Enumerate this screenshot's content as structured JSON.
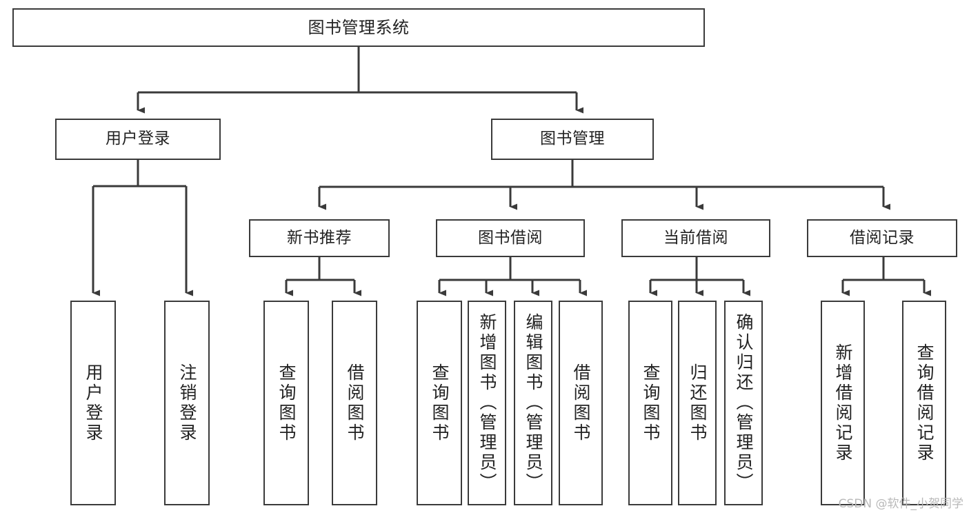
{
  "diagram": {
    "title": "图书管理系统",
    "type": "tree-hierarchy-diagram",
    "colors": {
      "stroke": "#3a3a3a",
      "node_fill": "#ffffff",
      "text": "#222222",
      "watermark": "#b9b9b9",
      "background": "#ffffff"
    },
    "nodes": {
      "root": {
        "label": "图书管理系统"
      },
      "level2": [
        {
          "id": "user-login",
          "label": "用户登录"
        },
        {
          "id": "book-management",
          "label": "图书管理"
        }
      ],
      "level3": [
        {
          "id": "new-book-recommend",
          "label": "新书推荐"
        },
        {
          "id": "book-borrow",
          "label": "图书借阅"
        },
        {
          "id": "current-borrow",
          "label": "当前借阅"
        },
        {
          "id": "borrow-record",
          "label": "借阅记录"
        }
      ],
      "leaves": {
        "user-login": [
          {
            "id": "leaf-user-login",
            "label": "用户登录"
          },
          {
            "id": "leaf-logout-login",
            "label": "注销登录"
          }
        ],
        "new-book-recommend": [
          {
            "id": "leaf-query-book-1",
            "label": "查询图书"
          },
          {
            "id": "leaf-borrow-book-1",
            "label": "借阅图书"
          }
        ],
        "book-borrow": [
          {
            "id": "leaf-query-book-2",
            "label": "查询图书"
          },
          {
            "id": "leaf-add-book",
            "label": "新增图书（管理员）"
          },
          {
            "id": "leaf-edit-book",
            "label": "编辑图书（管理员）"
          },
          {
            "id": "leaf-borrow-book-2",
            "label": "借阅图书"
          }
        ],
        "current-borrow": [
          {
            "id": "leaf-query-book-3",
            "label": "查询图书"
          },
          {
            "id": "leaf-return-book",
            "label": "归还图书"
          },
          {
            "id": "leaf-confirm-return",
            "label": "确认归还（管理员）"
          }
        ],
        "borrow-record": [
          {
            "id": "leaf-add-record",
            "label": "新增借阅记录"
          },
          {
            "id": "leaf-query-record",
            "label": "查询借阅记录"
          }
        ]
      }
    },
    "watermark": "CSDN @软件_小贺同学"
  }
}
